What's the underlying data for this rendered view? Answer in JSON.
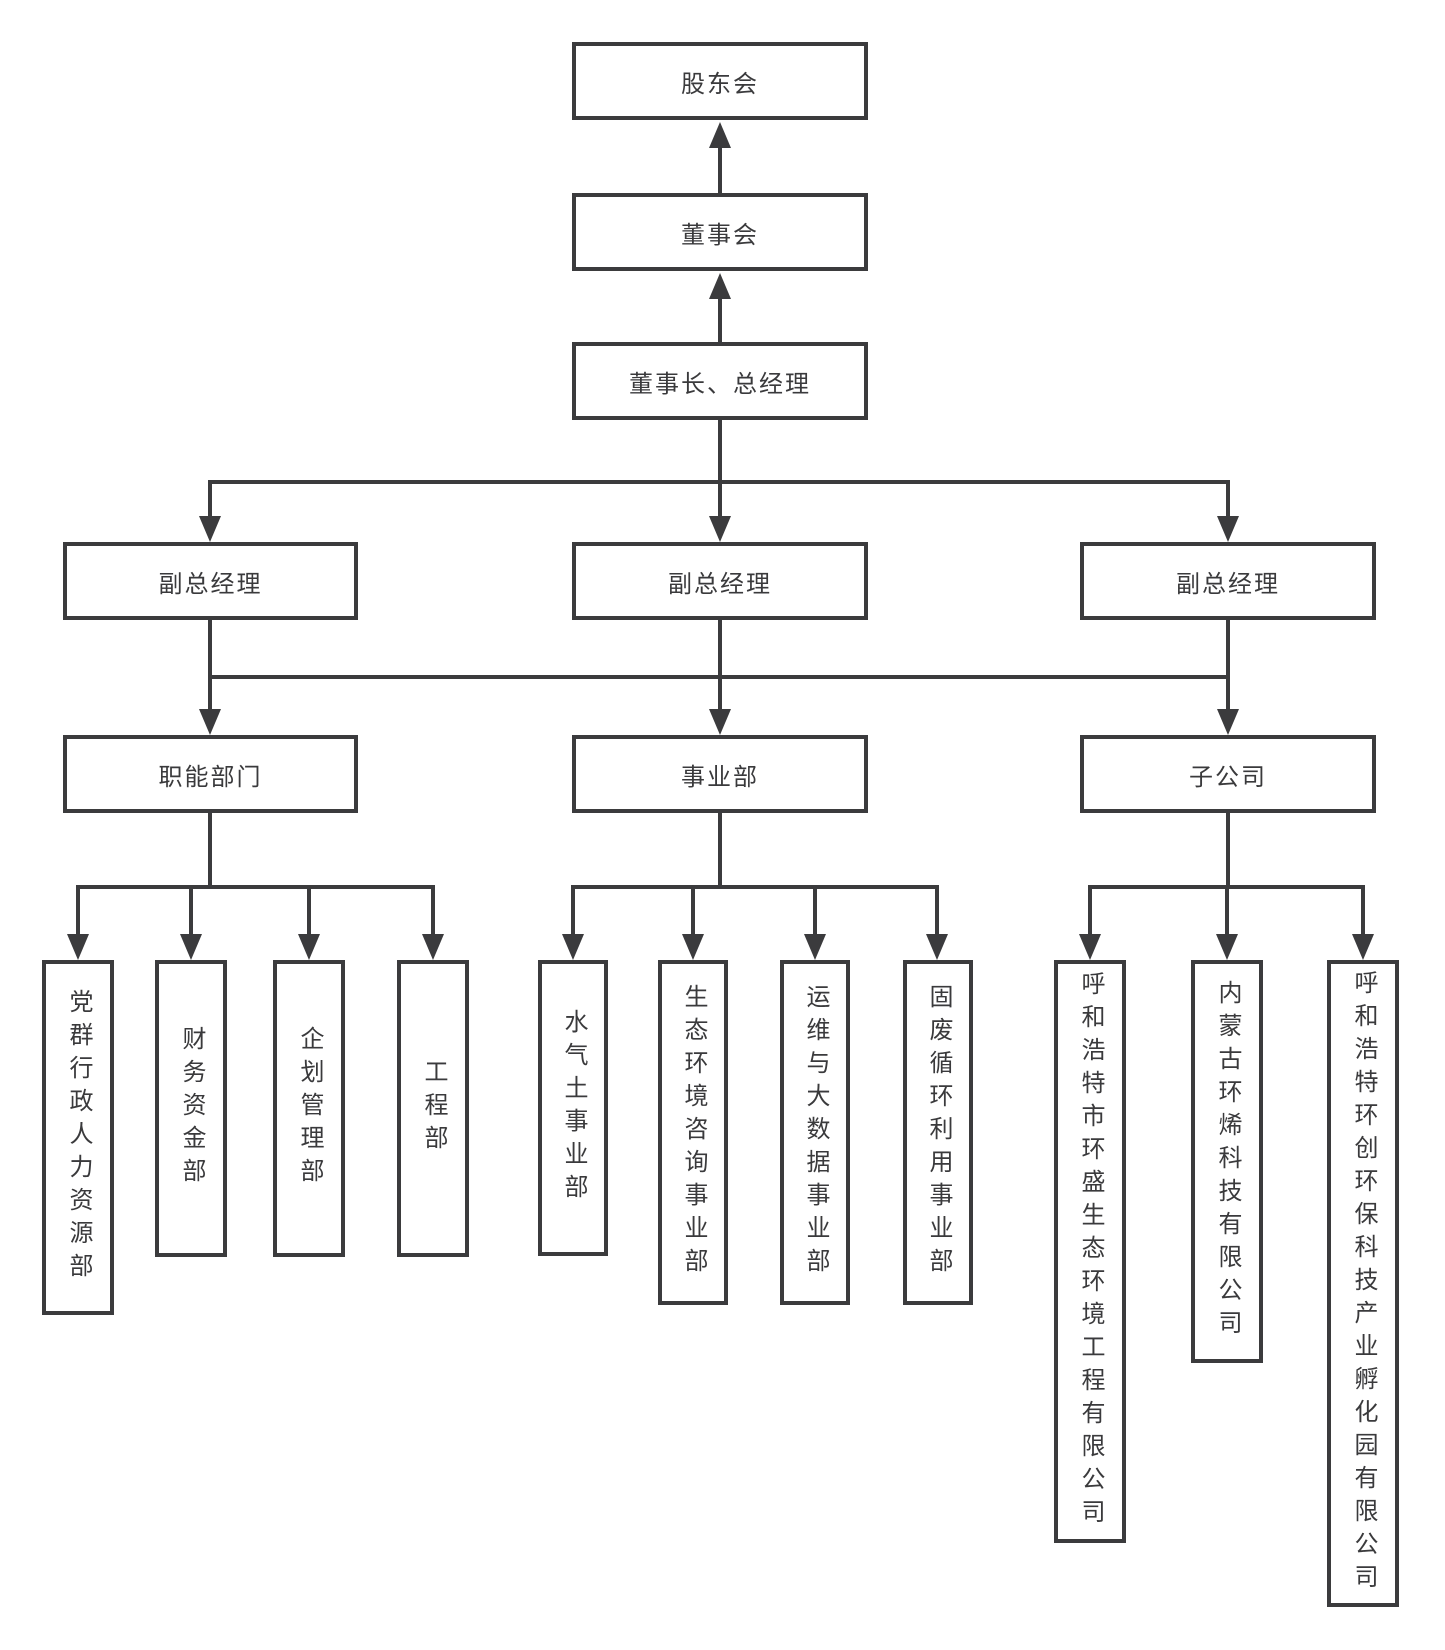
{
  "diagram": {
    "top_chain": [
      {
        "label": "股东会"
      },
      {
        "label": "董事会"
      },
      {
        "label": "董事长、总经理"
      }
    ],
    "deputy_label": "副总经理",
    "groups": [
      {
        "category": "职能部门",
        "children": [
          "党群行政人力资源部",
          "财务资金部",
          "企划管理部",
          "工程部"
        ]
      },
      {
        "category": "事业部",
        "children": [
          "水气土事业部",
          "生态环境咨询事业部",
          "运维与大数据事业部",
          "固废循环利用事业部"
        ]
      },
      {
        "category": "子公司",
        "children": [
          "呼和浩特市环盛生态环境工程有限公司",
          "内蒙古环烯科技有限公司",
          "呼和浩特环创环保科技产业孵化园有限公司"
        ]
      }
    ],
    "colors": {
      "line": "#3b3b3d",
      "text": "#3a3a3c",
      "background": "#ffffff"
    }
  }
}
